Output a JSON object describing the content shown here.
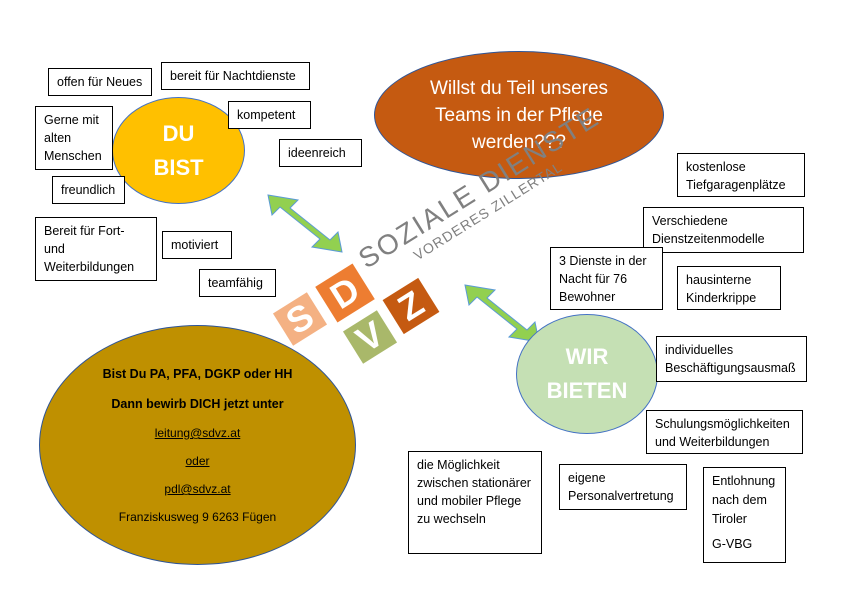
{
  "du_bist": {
    "label_1": "DU",
    "label_2": "BIST",
    "color": "#FFC000",
    "traits": [
      "offen für Neues",
      "bereit für Nachtdienste",
      "kompetent",
      "Gerne mit alten Menschen",
      "ideenreich",
      "freundlich",
      "Bereit für Fort- und Weiterbildungen",
      "motiviert",
      "teamfähig"
    ]
  },
  "headline": {
    "text_1": "Willst du Teil unseres",
    "text_2": "Teams in der Pflege",
    "text_3": "werden???",
    "color": "#C55A11"
  },
  "logo": {
    "line_1": "SOZIALE DIENSTE",
    "line_2": "VORDERES ZILLERTAL",
    "letters": [
      "S",
      "D",
      "V",
      "Z"
    ],
    "colors": [
      "#F4B183",
      "#ED7D31",
      "#A9B86A",
      "#C55A11"
    ]
  },
  "wir_bieten": {
    "label_1": "WIR",
    "label_2": "BIETEN",
    "color": "#C5E0B4",
    "benefits": [
      "kostenlose Tiefgaragenplätze",
      "Verschiedene Dienstzeitenmodelle",
      "3 Dienste in der Nacht für 76 Bewohner",
      "hausinterne Kinderkrippe",
      "individuelles Beschäftigungsausmaß",
      "Schulungsmöglichkeiten und Weiterbildungen",
      "die Möglichkeit zwischen stationärer und mobiler Pflege zu wechseln",
      "eigene Personalvertretung",
      "Entlohnung nach dem Tiroler",
      "G-VBG"
    ]
  },
  "contact": {
    "color": "#BF9000",
    "line_1": "Bist Du PA, PFA, DGKP oder HH",
    "line_2": "Dann bewirb DICH jetzt unter",
    "email_1": "leitung@sdvz.at",
    "oder": "oder",
    "email_2": "pdl@sdvz.at",
    "address": "Franziskusweg 9  6263 Fügen"
  },
  "arrow_color": "#92D050"
}
